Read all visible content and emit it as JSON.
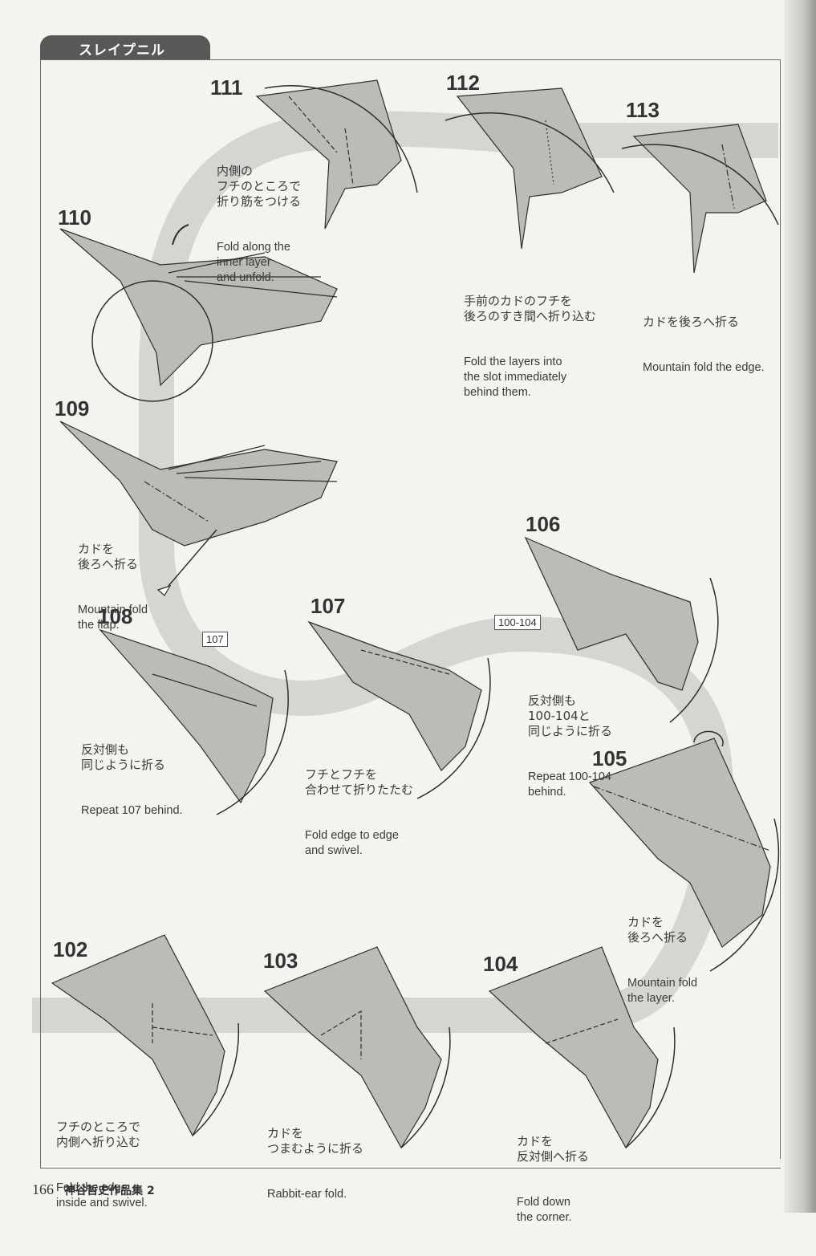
{
  "section_title": "スレイプニル",
  "steps": [
    {
      "num": "102",
      "jp": "フチのところで\n内側へ折り込む",
      "en": "Fold the edge\ninside and swivel."
    },
    {
      "num": "103",
      "jp": "カドを\nつまむように折る",
      "en": "Rabbit-ear fold."
    },
    {
      "num": "104",
      "jp": "カドを\n反対側へ折る",
      "en": "Fold down\nthe corner."
    },
    {
      "num": "105",
      "jp": "カドを\n後ろへ折る",
      "en": "Mountain fold\nthe layer."
    },
    {
      "num": "106",
      "jp": "反対側も\n100-104と\n同じように折る",
      "en": "Repeat 100-104\nbehind.",
      "ref": "100-104"
    },
    {
      "num": "107",
      "jp": "フチとフチを\n合わせて折りたたむ",
      "en": "Fold edge to edge\nand swivel."
    },
    {
      "num": "108",
      "jp": "反対側も\n同じように折る",
      "en": "Repeat 107 behind.",
      "ref": "107"
    },
    {
      "num": "109",
      "jp": "カドを\n後ろへ折る",
      "en": "Mountain fold\nthe flap."
    },
    {
      "num": "110"
    },
    {
      "num": "111",
      "jp": "内側の\nフチのところで\n折り筋をつける",
      "en": "Fold along the\ninner layer\nand unfold."
    },
    {
      "num": "112",
      "jp": "手前のカドのフチを\n後ろのすき間へ折り込む",
      "en": "Fold the layers into\nthe slot immediately\nbehind them."
    },
    {
      "num": "113",
      "jp": "カドを後ろへ折る",
      "en": "Mountain fold the edge."
    }
  ],
  "footer": {
    "page_number": "166",
    "book_title": "神谷哲史作品集 2"
  },
  "colors": {
    "paper": "#f4f3ef",
    "path_band": "#d6d5d2",
    "model_fill": "#bdbbb6",
    "line": "#2e2e2e",
    "tab": "#5a5856"
  }
}
